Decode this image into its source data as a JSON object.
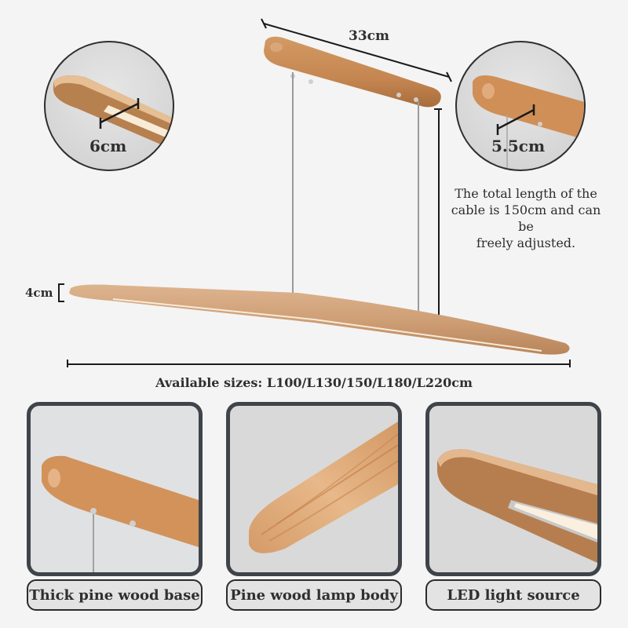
{
  "dimensions": {
    "canopy_length": "33cm",
    "body_width_detail": "6cm",
    "canopy_width_detail": "5.5cm",
    "body_thickness": "4cm"
  },
  "cable_note": {
    "lines": [
      "The total length of the",
      "cable is 150cm and can be",
      "freely adjusted."
    ]
  },
  "sizes_label": "Available sizes: L100/L130/150/L180/L220cm",
  "features": [
    {
      "caption": "Thick pine wood base",
      "image": "canopy-closeup"
    },
    {
      "caption": "Pine wood lamp body",
      "image": "wood-grain-closeup"
    },
    {
      "caption": "LED light source",
      "image": "led-strip-closeup"
    }
  ],
  "colors": {
    "background": "#f4f4f4",
    "wood_light": "#e2b48a",
    "wood_dark": "#b9804d",
    "panel_border": "#3f444b",
    "caption_bg": "#e3e3e3",
    "line": "#1b1b1b"
  }
}
